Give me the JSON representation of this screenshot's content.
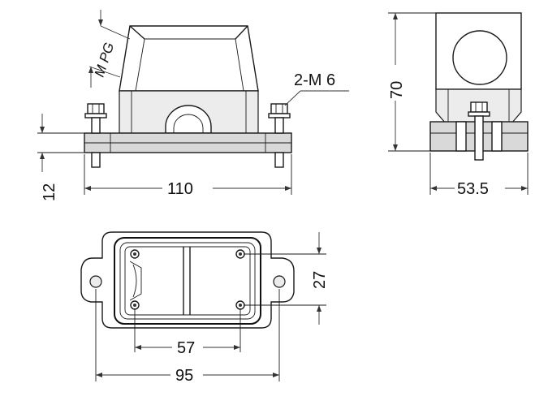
{
  "labels": {
    "thread": "M PG",
    "bolts": "2-M 6",
    "height_left": "12",
    "width_front": "110",
    "height_side": "70",
    "width_side": "53.5",
    "hole_spacing_v": "27",
    "hole_spacing_h": "57",
    "base_width": "95"
  }
}
